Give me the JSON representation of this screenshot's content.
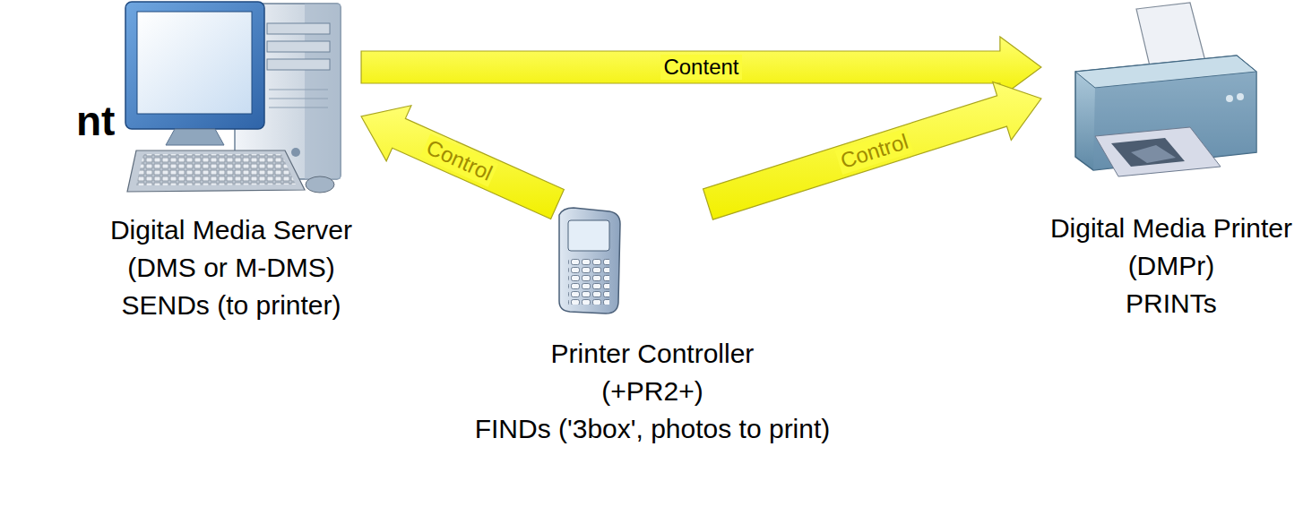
{
  "diagram": {
    "nodes": [
      {
        "text": [
          "Digital Media Server",
          "(DMS or M-DMS)",
          "SENDs (to printer)"
        ]
      },
      {
        "text": [
          "Digital Media Printer",
          "(DMPr)",
          "PRINTs"
        ]
      },
      {
        "text": [
          "Printer Controller",
          "(+PR2+)",
          "FINDs ('3box', photos to print)"
        ]
      }
    ],
    "edges": [
      {
        "from": 0,
        "to": 1,
        "label": "Content",
        "arrow": "to"
      },
      {
        "from": 2,
        "to": 0,
        "label": "Control",
        "arrow": "to"
      },
      {
        "from": 2,
        "to": 1,
        "label": "Control",
        "arrow": "to"
      }
    ],
    "labels": [
      "nt"
    ]
  }
}
